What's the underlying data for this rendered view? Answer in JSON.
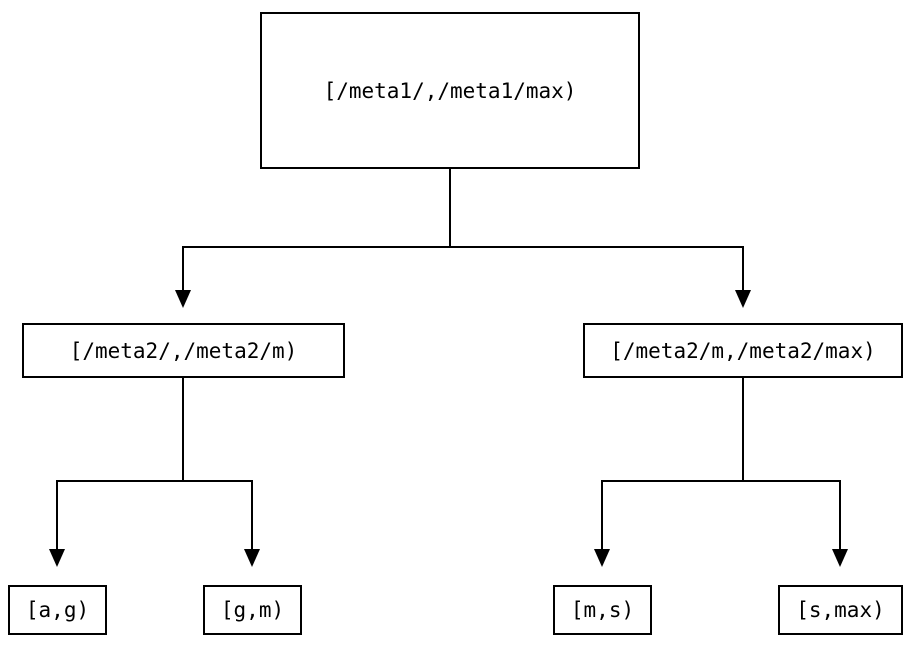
{
  "diagram": {
    "type": "tree",
    "background_color": "#ffffff",
    "line_color": "#000000",
    "text_color": "#000000",
    "nodes": {
      "root": {
        "label": "[/meta1/,/meta1/max)"
      },
      "meta2_left": {
        "label": "[/meta2/,/meta2/m)"
      },
      "meta2_right": {
        "label": "[/meta2/m,/meta2/max)"
      },
      "leaf_ag": {
        "label": "[a,g)"
      },
      "leaf_gm": {
        "label": "[g,m)"
      },
      "leaf_ms": {
        "label": "[m,s)"
      },
      "leaf_smax": {
        "label": "[s,max)"
      }
    },
    "edges": [
      {
        "from": "root",
        "to": "meta2_left"
      },
      {
        "from": "root",
        "to": "meta2_right"
      },
      {
        "from": "meta2_left",
        "to": "leaf_ag"
      },
      {
        "from": "meta2_left",
        "to": "leaf_gm"
      },
      {
        "from": "meta2_right",
        "to": "leaf_ms"
      },
      {
        "from": "meta2_right",
        "to": "leaf_smax"
      }
    ]
  }
}
